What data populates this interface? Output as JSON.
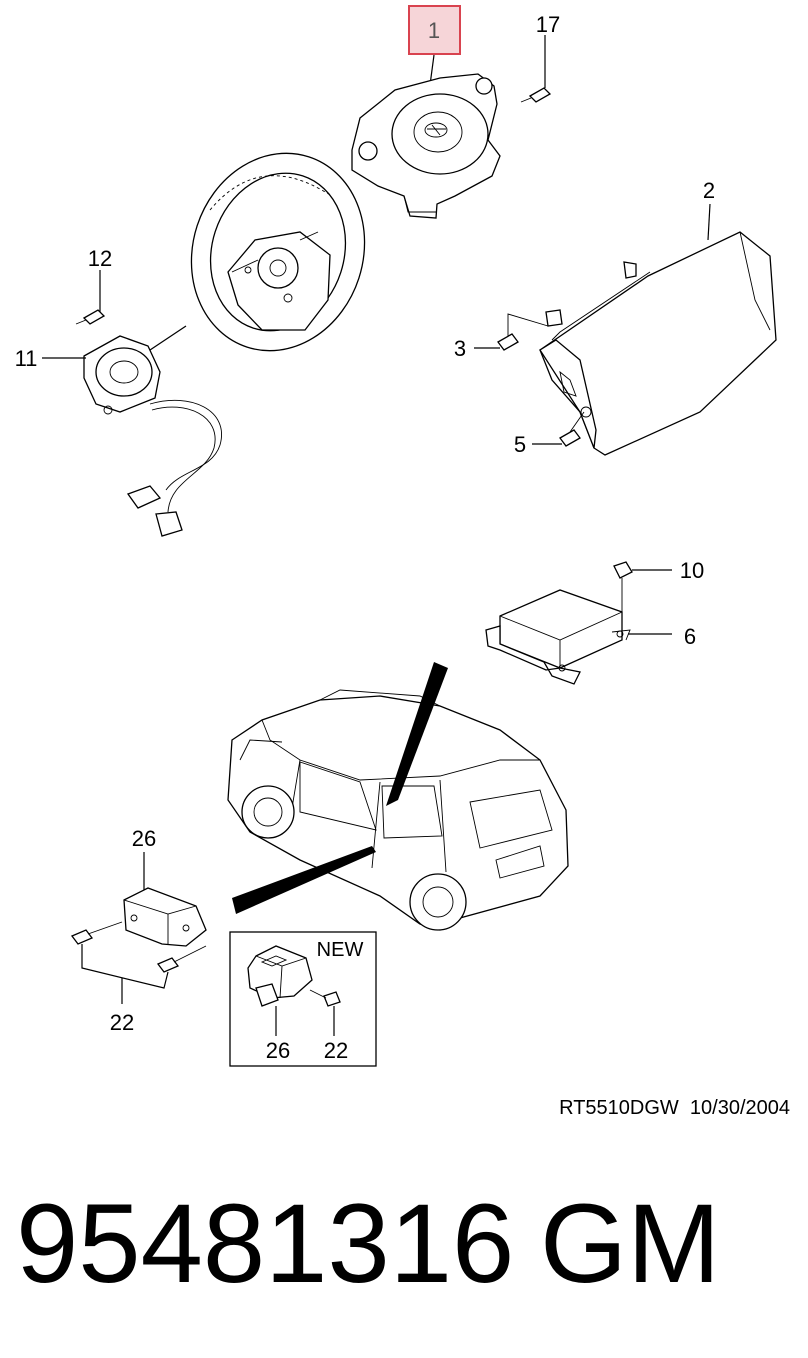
{
  "callouts": {
    "c1": "1",
    "c17": "17",
    "c2": "2",
    "c12": "12",
    "c11": "11",
    "c3": "3",
    "c5": "5",
    "c10": "10",
    "c6": "6",
    "c26a": "26",
    "c22a": "22",
    "c26b": "26",
    "c22b": "22"
  },
  "inset_label": "NEW",
  "drawing_ref": "RT5510DGW  10/30/2004",
  "part_number": "95481316",
  "brand": "GM",
  "colors": {
    "highlight_fill": "#f6d5d8",
    "highlight_stroke": "#d9434f",
    "ink": "#000000"
  }
}
